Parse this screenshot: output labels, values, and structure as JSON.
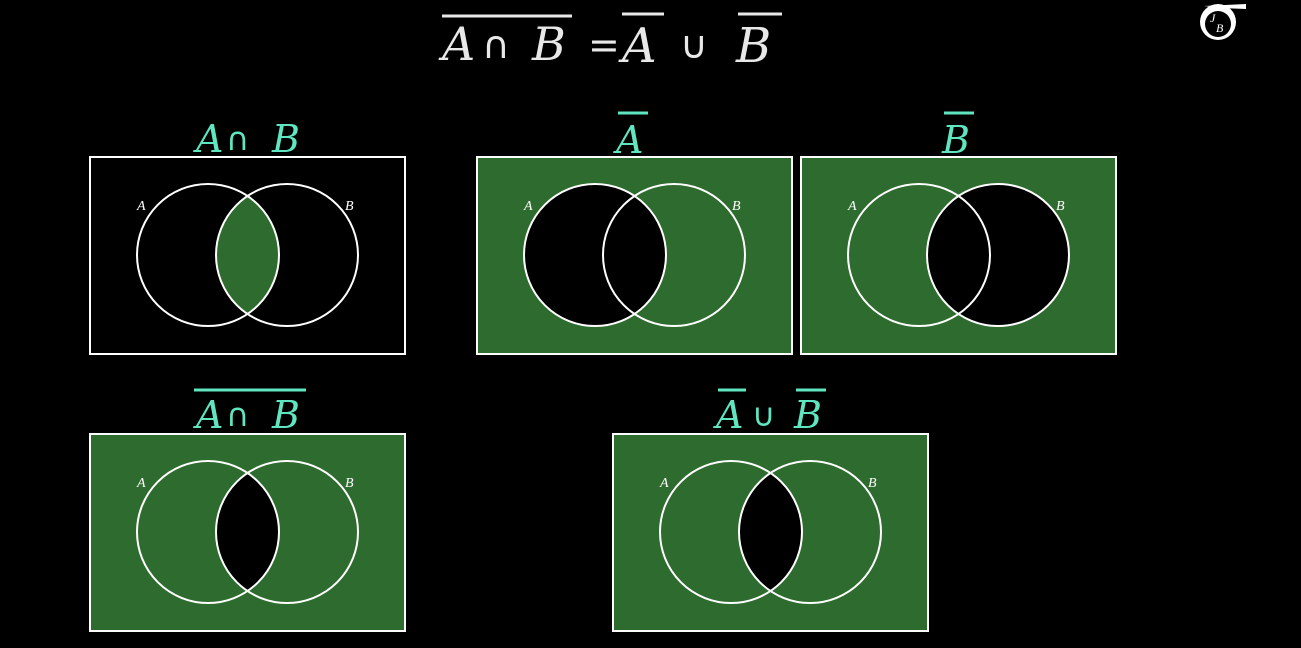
{
  "title_equation": {
    "left_term": "A ∩ B",
    "equals": "=",
    "right_a": "A",
    "union": "∪",
    "right_b": "B"
  },
  "logo": {
    "letter_j": "J",
    "letter_b": "B",
    "icon": "sigma-logo-icon"
  },
  "colors": {
    "background": "#000000",
    "fill": "#2e6b2e",
    "outline": "#ffffff",
    "label": "#5fe6c0"
  },
  "panels": [
    {
      "label_main": "A ∩ B",
      "label_a": "A",
      "op": "∩",
      "label_b": "B",
      "set_a": "A",
      "set_b": "B",
      "shaded_region": "A∩B"
    },
    {
      "label_main": "A",
      "set_a": "A",
      "set_b": "B",
      "shaded_region": "complement of A"
    },
    {
      "label_main": "B",
      "set_a": "A",
      "set_b": "B",
      "shaded_region": "complement of B"
    },
    {
      "label_a": "A",
      "op": "∩",
      "label_b": "B",
      "set_a": "A",
      "set_b": "B",
      "shaded_region": "complement of A∩B"
    },
    {
      "label_a": "A",
      "op": "∪",
      "label_b": "B",
      "set_a": "A",
      "set_b": "B",
      "shaded_region": "complement A ∪ complement B"
    }
  ]
}
